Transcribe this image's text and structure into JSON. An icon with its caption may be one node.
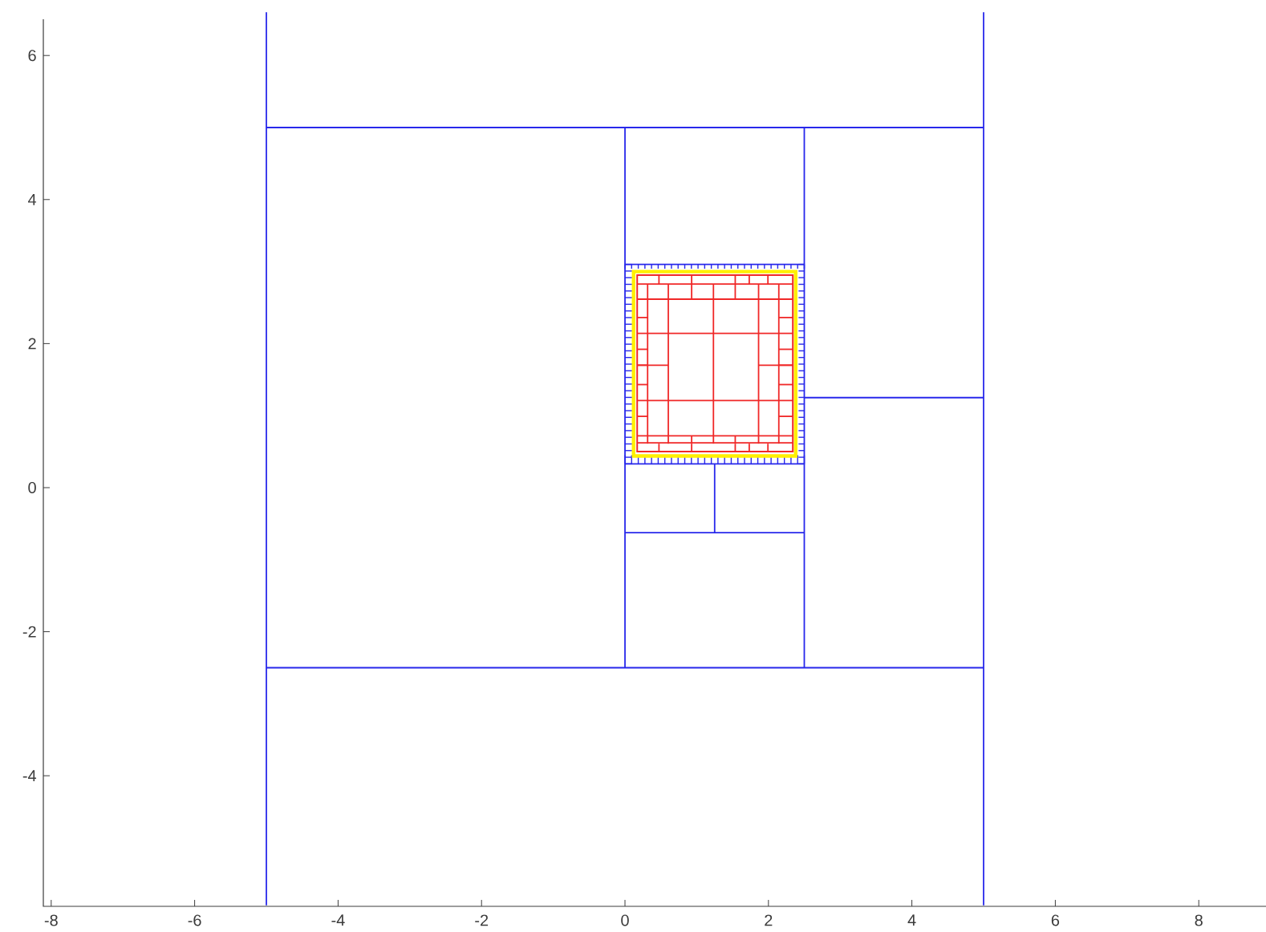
{
  "diagram": {
    "labels": [
      "6",
      "4",
      "2",
      "0",
      "-2",
      "-4",
      "-8",
      "-6",
      "-4",
      "-2",
      "0",
      "2",
      "4",
      "6",
      "8"
    ]
  }
}
